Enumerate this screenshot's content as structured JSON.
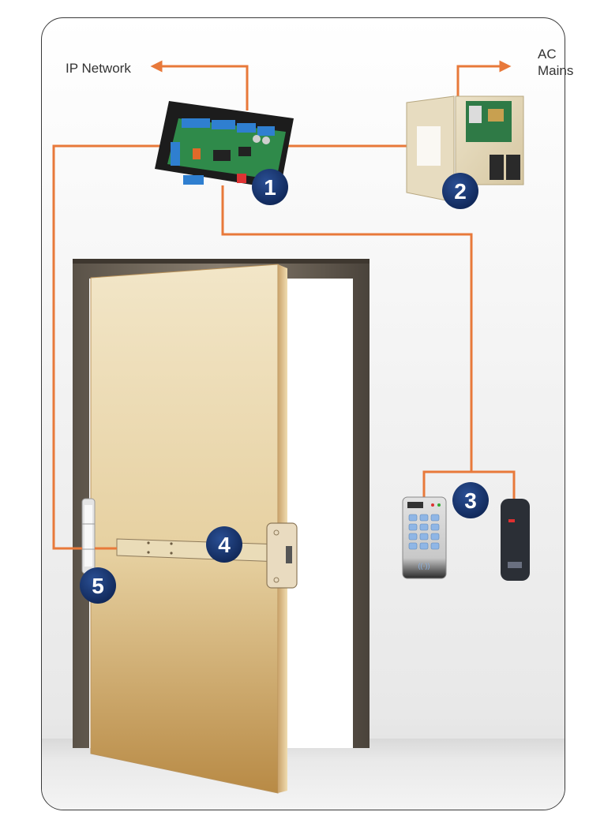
{
  "labels": {
    "ip_network": "IP Network",
    "ac_line1": "AC",
    "ac_line2": "Mains"
  },
  "badges": {
    "controller": "1",
    "power_supply": "2",
    "readers": "3",
    "lock": "4",
    "hinge": "5"
  },
  "colors": {
    "wire": "#e8793a",
    "badge": "#17346b",
    "door": "#e6d3a8",
    "frame": "#6b6257"
  },
  "icons": {
    "controller": "access-controller-board-icon",
    "power_supply": "power-supply-enclosure-icon",
    "keypad_reader": "keypad-reader-icon",
    "card_reader": "card-reader-icon",
    "lock": "electric-lock-icon",
    "hinge": "power-transfer-hinge-icon"
  }
}
